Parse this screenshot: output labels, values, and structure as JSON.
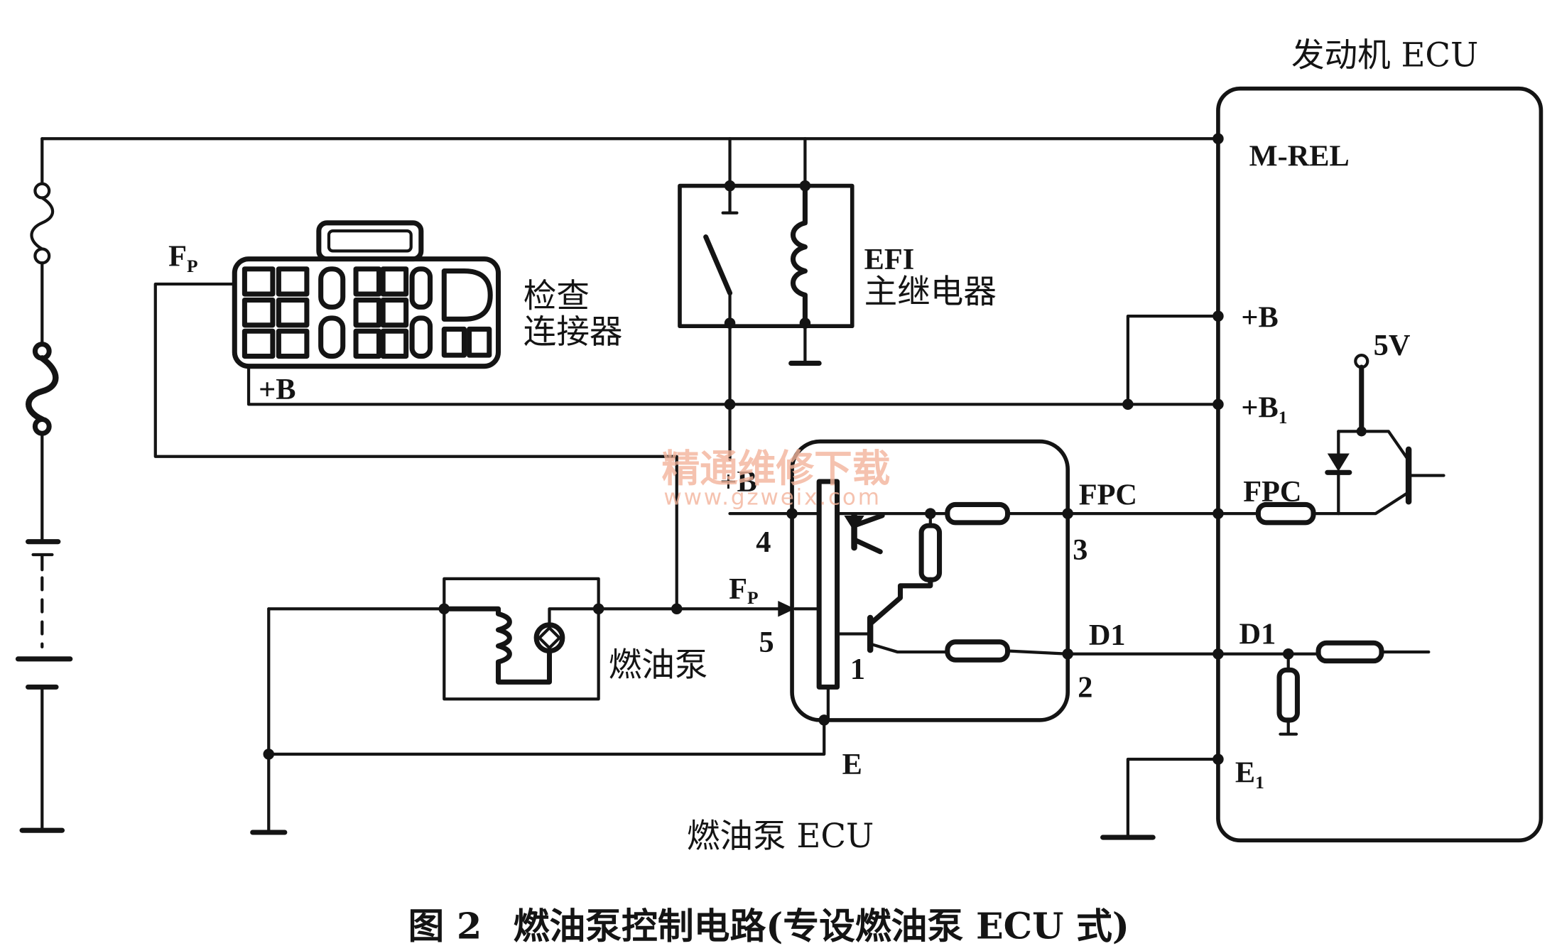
{
  "colors": {
    "ink": "#141414",
    "background": "#ffffff",
    "watermark": "#f3b49c"
  },
  "engine_ecu": {
    "title": "发动机 ECU",
    "m_rel": "M-REL",
    "plus_b": "+B",
    "plus_b1": {
      "main": "+B",
      "sub": "1"
    },
    "supply_5v": "5V",
    "fpc": "FPC",
    "d1": "D1",
    "e1": {
      "main": "E",
      "sub": "1"
    }
  },
  "efi_main_relay": {
    "line1": "EFI",
    "line2": "主继电器"
  },
  "check_connector": {
    "line1": "检查",
    "line2": "连接器",
    "fp": {
      "main": "F",
      "sub": "P"
    },
    "plus_b": "+B"
  },
  "fuel_pump": {
    "label": "燃油泵"
  },
  "fuel_pump_ecu": {
    "label": "燃油泵 ECU",
    "plus_b": "+B",
    "fp": {
      "main": "F",
      "sub": "P"
    },
    "fpc": "FPC",
    "d1": "D1",
    "e": "E",
    "pins": {
      "p4": "4",
      "p5": "5",
      "p1": "1",
      "p3": "3",
      "p2": "2"
    }
  },
  "caption": {
    "figure": "图 2",
    "title": "燃油泵控制电路(专设燃油泵 ECU 式)"
  },
  "watermark": {
    "line1": "精通维修下载",
    "line2": "www.gzweix.com"
  }
}
